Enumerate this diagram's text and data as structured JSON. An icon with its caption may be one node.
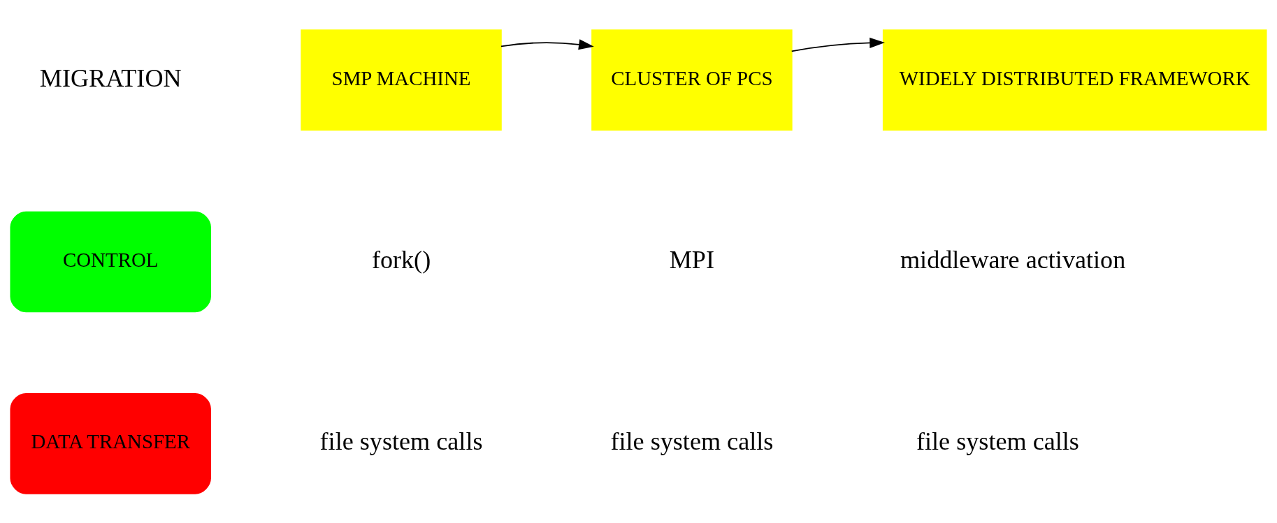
{
  "diagram": {
    "nodes": [
      {
        "text": [
          "SMP MACHINE"
        ]
      },
      {
        "text": [
          "CLUSTER OF PCS"
        ]
      },
      {
        "text": [
          "WIDELY DISTRIBUTED FRAMEWORK"
        ]
      },
      {
        "text": [
          "CONTROL"
        ]
      },
      {
        "text": [
          "DATA TRANSFER"
        ]
      }
    ],
    "edges": [
      {
        "from": 0,
        "to": 1,
        "arrow": "to"
      },
      {
        "from": 1,
        "to": 2,
        "arrow": "to"
      }
    ],
    "labels": [
      "MIGRATION",
      "fork()",
      "MPI",
      "middleware activation",
      "file system calls",
      "file system calls",
      "file system calls"
    ]
  }
}
